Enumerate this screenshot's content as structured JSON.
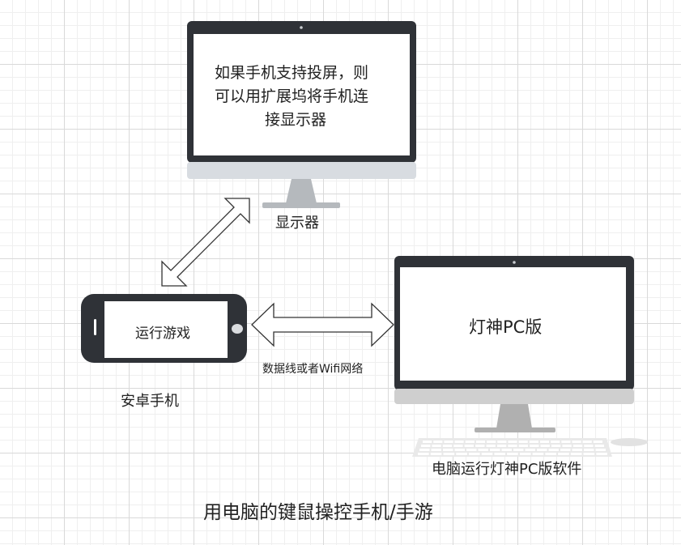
{
  "monitor": {
    "screen_text_line1": "如果手机支持投屏，则",
    "screen_text_line2": "可以用扩展坞将手机连",
    "screen_text_line3": "接显示器",
    "label": "显示器"
  },
  "phone": {
    "screen_text": "运行游戏",
    "label": "安卓手机"
  },
  "computer": {
    "screen_text": "灯神PC版",
    "label": "电脑运行灯神PC版软件"
  },
  "connection": {
    "label": "数据线或者Wifi网络"
  },
  "caption": "用电脑的键鼠操控手机/手游",
  "colors": {
    "device_body": "#2f3237",
    "monitor_chin": "#d8dce1",
    "stand": "#b5b9bd",
    "computer_chin": "#cfcfcf",
    "arrow_stroke": "#333333"
  }
}
